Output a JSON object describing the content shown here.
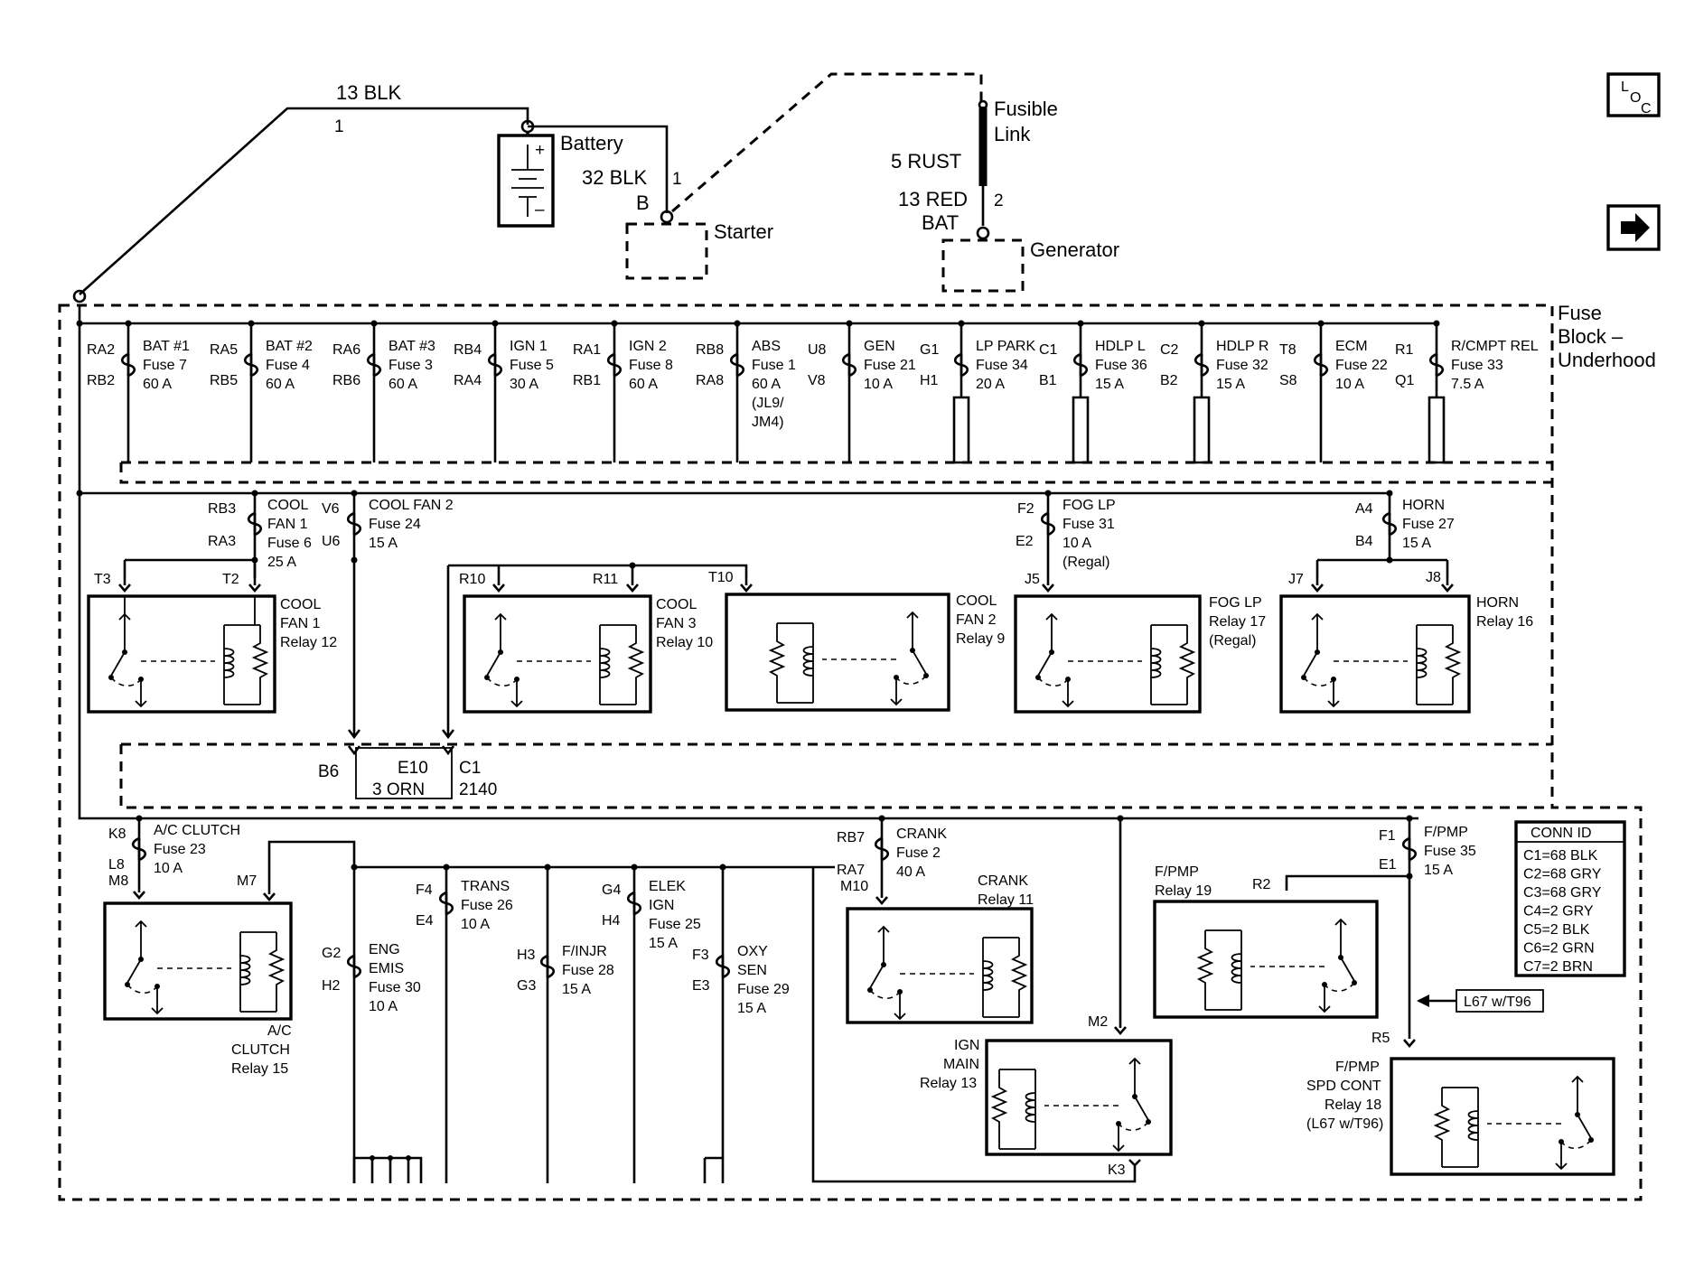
{
  "top": {
    "wire_13blk": "13 BLK",
    "circuit_1": "1",
    "battery": "Battery",
    "battery_plus": "+",
    "battery_minus": "–",
    "wire_32blk": "32 BLK",
    "circuit_1b": "1",
    "terminal_b": "B",
    "starter": "Starter",
    "fusible_link": [
      "Fusible",
      "Link"
    ],
    "wire_5rust": "5 RUST",
    "wire_13red": "13 RED",
    "circuit_2": "2",
    "terminal_bat": "BAT",
    "generator": "Generator",
    "fuse_block": [
      "Fuse",
      "Block –",
      "Underhood"
    ],
    "loc_icon": [
      "L",
      "O",
      "C"
    ]
  },
  "row1_fuses": [
    {
      "pin_top": "RA2",
      "pin_bot": "RB2",
      "lines": [
        "BAT #1",
        "Fuse 7",
        "60 A"
      ]
    },
    {
      "pin_top": "RA5",
      "pin_bot": "RB5",
      "lines": [
        "BAT #2",
        "Fuse 4",
        "60 A"
      ]
    },
    {
      "pin_top": "RA6",
      "pin_bot": "RB6",
      "lines": [
        "BAT #3",
        "Fuse 3",
        "60 A"
      ]
    },
    {
      "pin_top": "RB4",
      "pin_bot": "RA4",
      "lines": [
        "IGN 1",
        "Fuse 5",
        "30 A"
      ]
    },
    {
      "pin_top": "RA1",
      "pin_bot": "RB1",
      "lines": [
        "IGN 2",
        "Fuse 8",
        "60 A"
      ]
    },
    {
      "pin_top": "RB8",
      "pin_bot": "RA8",
      "lines": [
        "ABS",
        "Fuse 1",
        "60 A",
        "(JL9/",
        "JM4)"
      ]
    },
    {
      "pin_top": "U8",
      "pin_bot": "V8",
      "lines": [
        "GEN",
        "Fuse 21",
        "10 A"
      ]
    },
    {
      "pin_top": "G1",
      "pin_bot": "H1",
      "lines": [
        "LP PARK",
        "Fuse 34",
        "20 A"
      ]
    },
    {
      "pin_top": "C1",
      "pin_bot": "B1",
      "lines": [
        "HDLP L",
        "Fuse 36",
        "15 A"
      ]
    },
    {
      "pin_top": "C2",
      "pin_bot": "B2",
      "lines": [
        "HDLP R",
        "Fuse 32",
        "15 A"
      ]
    },
    {
      "pin_top": "T8",
      "pin_bot": "S8",
      "lines": [
        "ECM",
        "Fuse 22",
        "10 A"
      ]
    },
    {
      "pin_top": "R1",
      "pin_bot": "Q1",
      "lines": [
        "R/CMPT REL",
        "Fuse 33",
        "7.5 A"
      ]
    }
  ],
  "row2_fuses": [
    {
      "pin_top": "RB3",
      "pin_bot": "RA3",
      "lines": [
        "COOL",
        "FAN 1",
        "Fuse 6",
        "25 A"
      ]
    },
    {
      "pin_top": "V6",
      "pin_bot": "U6",
      "lines": [
        "COOL FAN 2",
        "Fuse 24",
        "15 A"
      ]
    },
    {
      "pin_top": "F2",
      "pin_bot": "E2",
      "lines": [
        "FOG LP",
        "Fuse 31",
        "10 A",
        "(Regal)"
      ]
    },
    {
      "pin_top": "A4",
      "pin_bot": "B4",
      "lines": [
        "HORN",
        "Fuse 27",
        "15 A"
      ]
    }
  ],
  "row2_pins": [
    "T3",
    "T2",
    "R10",
    "R11",
    "T10",
    "J5",
    "J7",
    "J8"
  ],
  "row2_relays": [
    {
      "lines": [
        "COOL",
        "FAN 1",
        "Relay 12"
      ]
    },
    {
      "lines": [
        "COOL",
        "FAN 3",
        "Relay 10"
      ]
    },
    {
      "lines": [
        "COOL",
        "FAN 2",
        "Relay 9"
      ]
    },
    {
      "lines": [
        "FOG LP",
        "Relay 17",
        "(Regal)"
      ]
    },
    {
      "lines": [
        "HORN",
        "Relay 16"
      ]
    }
  ],
  "connector": {
    "pin_left": "B6",
    "pin_mid": "E10",
    "wire": "3 ORN",
    "name": "C1",
    "number": "2140"
  },
  "row3_fuses": [
    {
      "pin_top": "K8",
      "pin_bot": "L8",
      "lines": [
        "A/C CLUTCH",
        "Fuse 23",
        "10 A"
      ]
    },
    {
      "pin_top": "G2",
      "pin_bot": "H2",
      "lines": [
        "ENG",
        "EMIS",
        "Fuse 30",
        "10 A"
      ]
    },
    {
      "pin_top": "F4",
      "pin_bot": "E4",
      "lines": [
        "TRANS",
        "Fuse 26",
        "10 A"
      ]
    },
    {
      "pin_top": "H3",
      "pin_bot": "G3",
      "lines": [
        "F/INJR",
        "Fuse 28",
        "15 A"
      ]
    },
    {
      "pin_top": "G4",
      "pin_bot": "H4",
      "lines": [
        "ELEK",
        "IGN",
        "Fuse 25",
        "15 A"
      ]
    },
    {
      "pin_top": "F3",
      "pin_bot": "E3",
      "lines": [
        "OXY",
        "SEN",
        "Fuse 29",
        "15 A"
      ]
    },
    {
      "pin_top": "RB7",
      "pin_bot": "RA7",
      "lines": [
        "CRANK",
        "Fuse 2",
        "40 A"
      ]
    },
    {
      "pin_top": "F1",
      "pin_bot": "E1",
      "lines": [
        "F/PMP",
        "Fuse 35",
        "15 A"
      ]
    }
  ],
  "row3_pins": [
    "M8",
    "M7",
    "M10",
    "M2",
    "K3",
    "R2",
    "R5"
  ],
  "row3_relays": [
    {
      "lines": [
        "A/C",
        "CLUTCH",
        "Relay 15"
      ]
    },
    {
      "lines": [
        "CRANK",
        "Relay 11"
      ]
    },
    {
      "lines": [
        "IGN",
        "MAIN",
        "Relay 13"
      ]
    },
    {
      "lines": [
        "F/PMP",
        "Relay 19"
      ]
    },
    {
      "lines": [
        "F/PMP",
        "SPD CONT",
        "Relay 18",
        "(L67 w/T96)"
      ]
    }
  ],
  "option_tag": "L67 w/T96",
  "conn_id": {
    "title": "CONN ID",
    "rows": [
      "C1=68 BLK",
      "C2=68 GRY",
      "C3=68 GRY",
      "C4=2 GRY",
      "C5=2 BLK",
      "C6=2 GRN",
      "C7=2 BRN"
    ]
  }
}
